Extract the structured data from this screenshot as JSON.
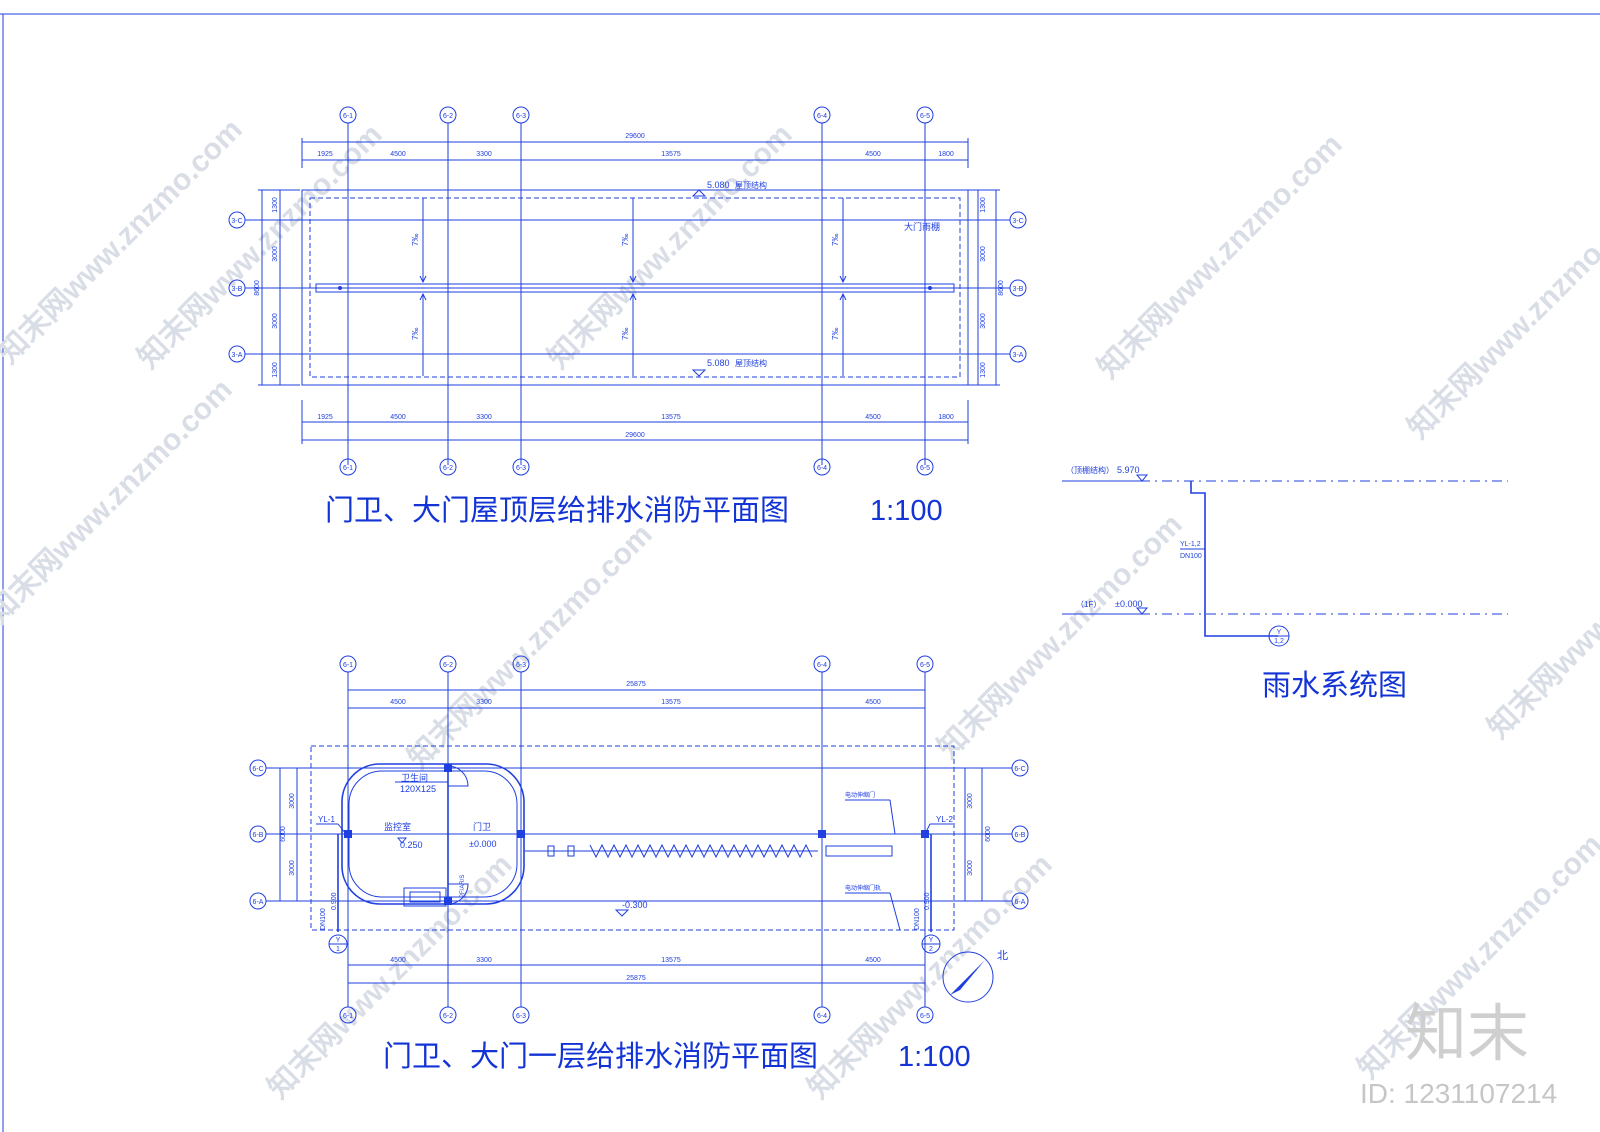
{
  "roof_plan": {
    "title": "门卫、大门屋顶层给排水消防平面图",
    "scale": "1:100",
    "grid_axes": [
      "6-1",
      "6-2",
      "6-3",
      "6-4",
      "6-5"
    ],
    "row_axes": [
      "3-C",
      "3-B",
      "3-A"
    ],
    "dim_segments": [
      "1925",
      "4500",
      "3300",
      "13575",
      "4500",
      "1800"
    ],
    "dim_total": "29600",
    "left_dims": [
      "1300",
      "3000",
      "3000",
      "1300"
    ],
    "left_total": "8600",
    "right_dims": [
      "1300",
      "3000",
      "3000",
      "1300"
    ],
    "right_total": "8600",
    "level_top": "5.080",
    "level_top_note": "屋顶结构",
    "level_bottom": "5.080",
    "level_bottom_note": "屋顶结构",
    "slope": "7‰",
    "canopy_label": "大门雨棚"
  },
  "ground_plan": {
    "title": "门卫、大门一层给排水消防平面图",
    "scale": "1:100",
    "grid_axes": [
      "6-1",
      "6-2",
      "6-3",
      "6-4",
      "6-5"
    ],
    "row_axes": [
      "6-C",
      "6-B",
      "6-A"
    ],
    "dim_segments": [
      "4500",
      "3300",
      "13575",
      "4500"
    ],
    "dim_total": "25875",
    "left_dims": [
      "3000",
      "3000"
    ],
    "left_total": "6000",
    "right_dims": [
      "3000",
      "3000"
    ],
    "right_total": "6000",
    "room_wc": "卫生间",
    "room_wc_size": "120X125",
    "room_monitor": "监控室",
    "room_monitor_level": "0.250",
    "room_guard": "门卫",
    "room_guard_level": "±0.000",
    "yard_level": "-0.300",
    "pipe_left": "YL-1",
    "pipe_right": "YL-2",
    "pipe_size": "DN100",
    "pipe_level": "0.900",
    "riser_note": "PF/AR/S",
    "gate_label_top": "电动伸缩门",
    "gate_label_bottom": "电动伸缩门轨",
    "outlet_left_letter": "Y",
    "outlet_left_num": "1",
    "outlet_right_letter": "Y",
    "outlet_right_num": "2",
    "north": "北"
  },
  "rain_system": {
    "title": "雨水系统图",
    "top_note": "（顶棚结构）",
    "top_level": "5.970",
    "floor_note": "（1F）",
    "floor_level": "±0.000",
    "pipe_label": "YL-1,2",
    "pipe_size": "DN100",
    "outlet_letter": "Y",
    "outlet_num": "1,2"
  },
  "watermark": {
    "text": "知末网www.znzmo.com",
    "logo": "知末",
    "id": "ID: 1231107214"
  },
  "colors": {
    "line": "#1f3fe0",
    "title": "#1233d6",
    "watermark": "#d9dde6"
  }
}
